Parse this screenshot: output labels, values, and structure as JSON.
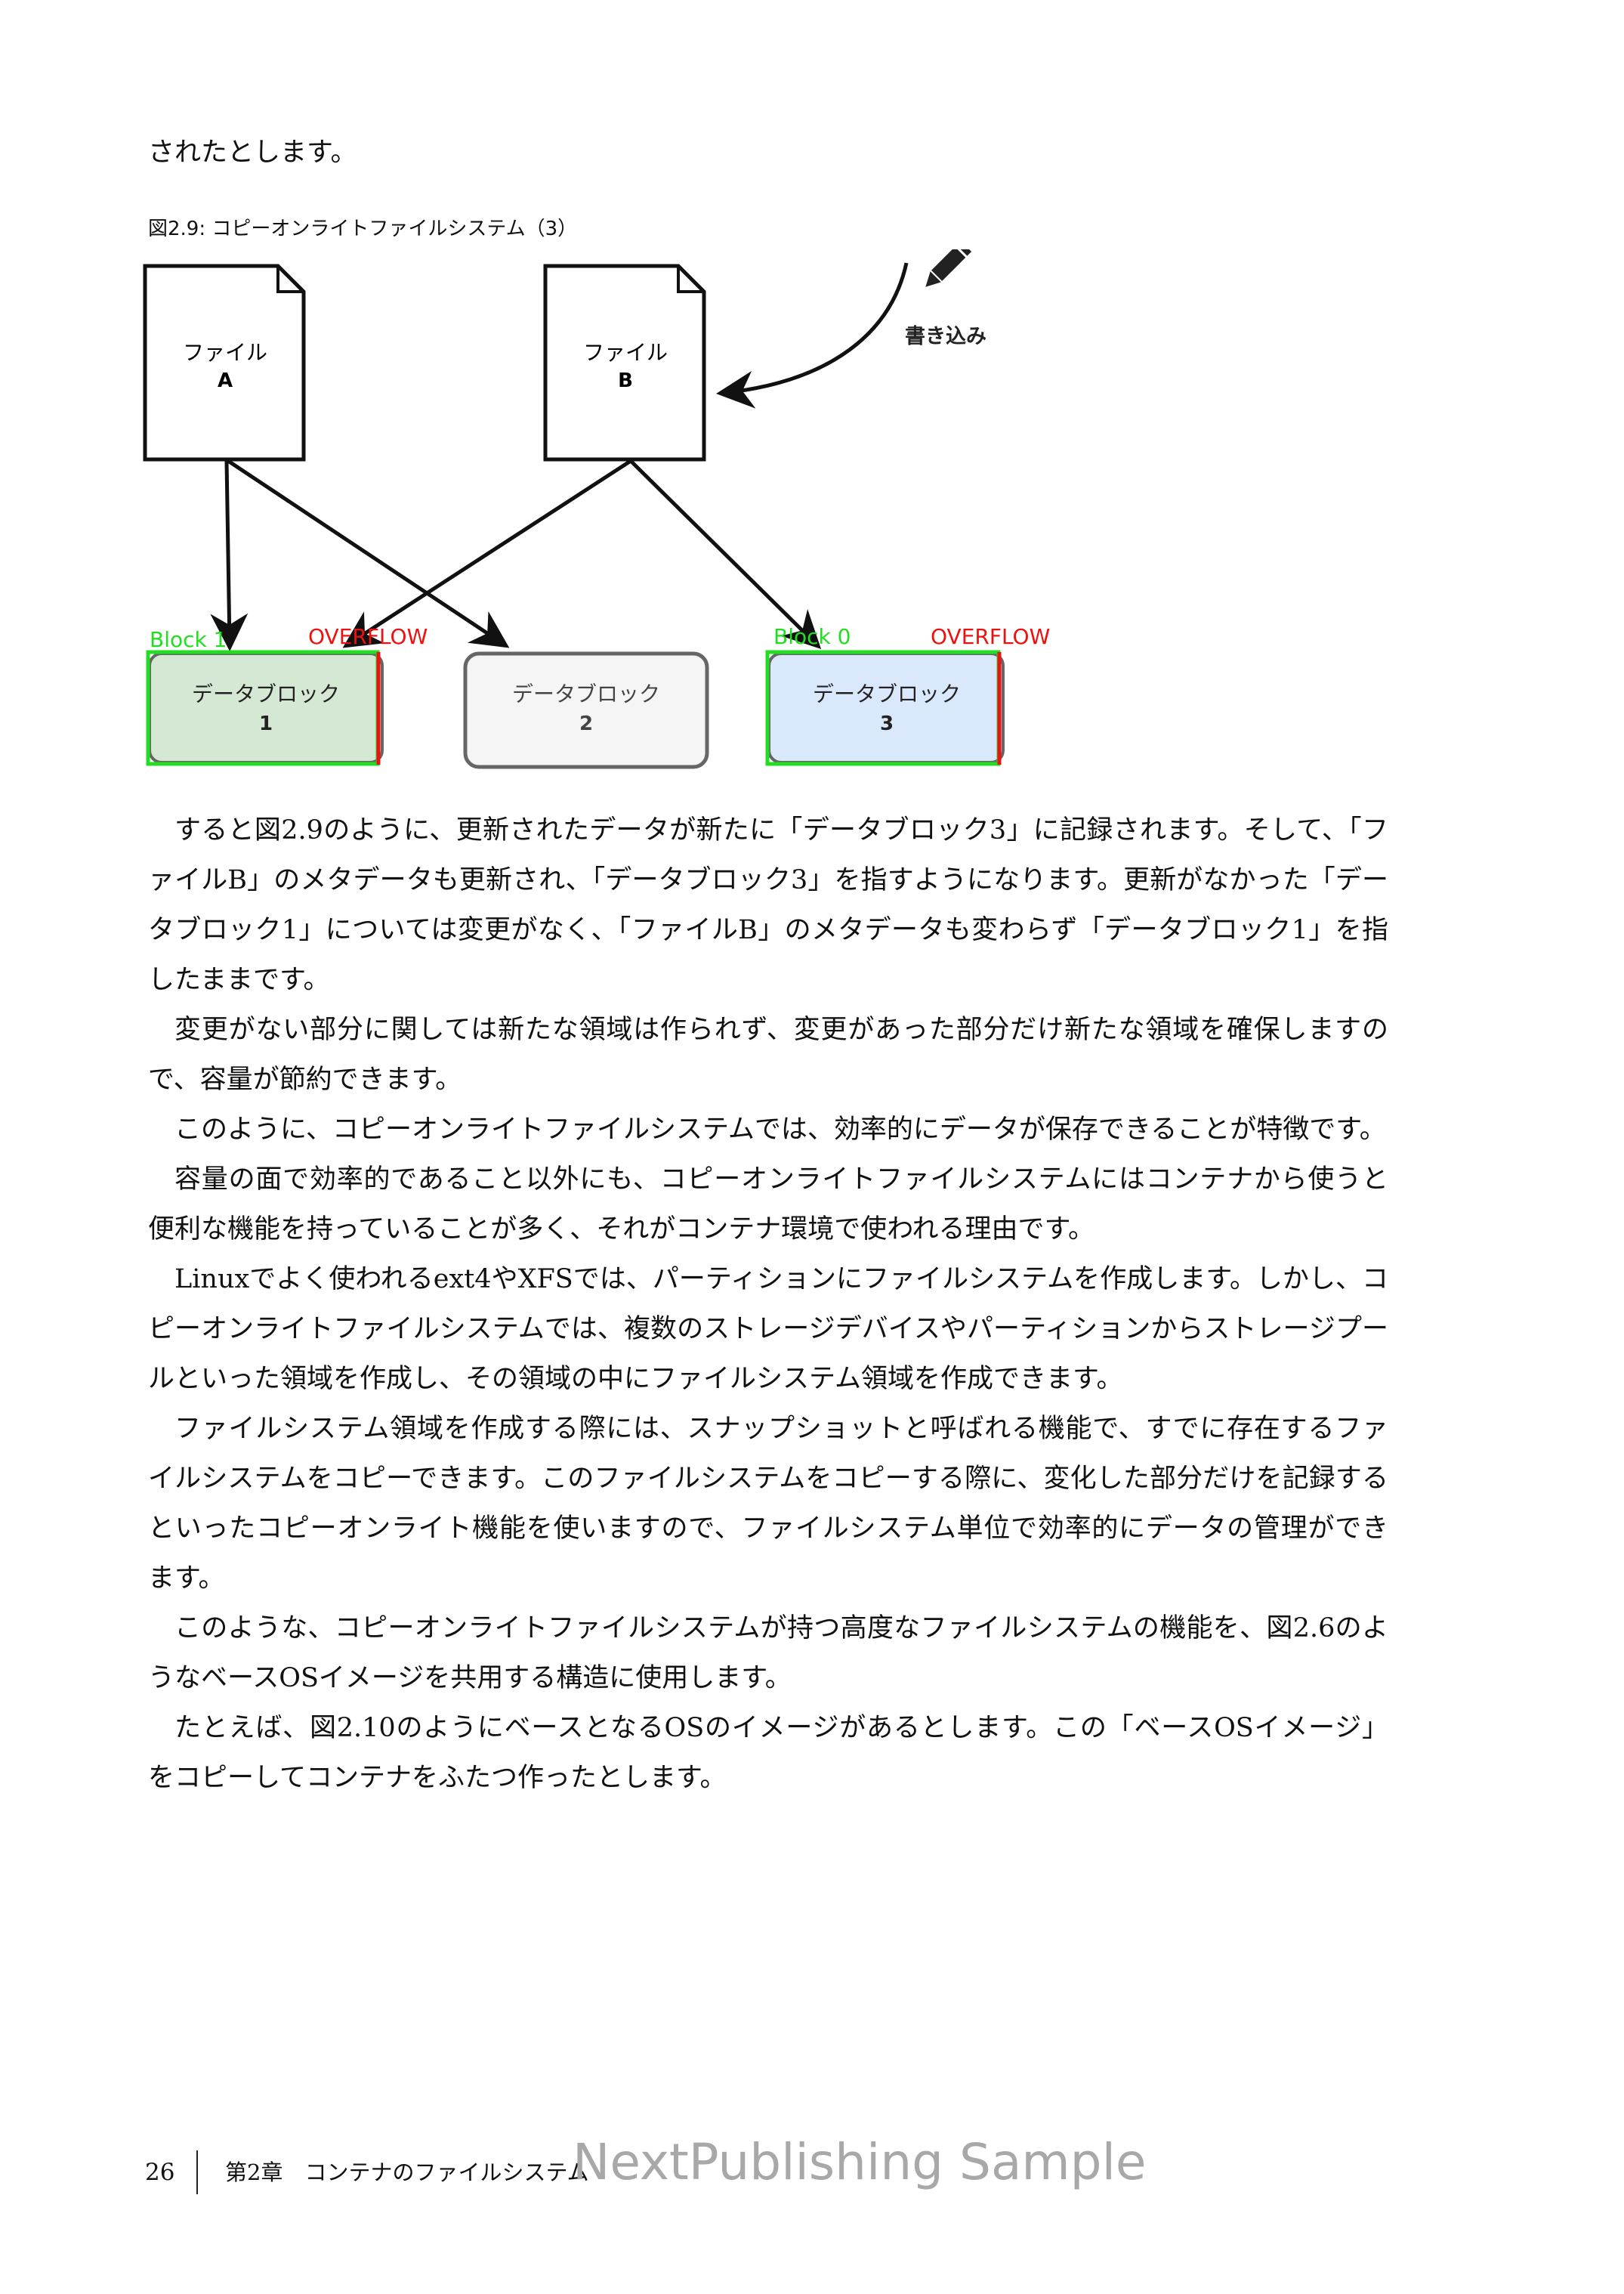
{
  "intro_line": "されたとします。",
  "figure": {
    "caption": "図2.9: コピーオンライトファイルシステム（3）",
    "file_a": {
      "line1": "ファイル",
      "line2": "A"
    },
    "file_b": {
      "line1": "ファイル",
      "line2": "B"
    },
    "write_label": "書き込み",
    "block1": {
      "line1": "データブロック",
      "line2": "1"
    },
    "block2": {
      "line1": "データブロック",
      "line2": "2"
    },
    "block3": {
      "line1": "データブロック",
      "line2": "3"
    },
    "overlay_labels": {
      "block_1": "Block 1",
      "overflow_1": "OVERFLOW",
      "block_0": "Block 0",
      "overflow_2": "OVERFLOW"
    },
    "colors": {
      "block1_fill": "#d5e8d4",
      "block2_fill": "#f5f5f5",
      "block3_fill": "#dae8fc",
      "overlay_green": "#22dd22",
      "overlay_red": "#ee1111"
    }
  },
  "paragraphs": [
    "すると図2.9のように、更新されたデータが新たに「データブロック3」に記録されます。そして、「ファイルB」のメタデータも更新され、「データブロック3」を指すようになります。更新がなかった「データブロック1」については変更がなく、「ファイルB」のメタデータも変わらず「データブロック1」を指したままです。",
    "変更がない部分に関しては新たな領域は作られず、変更があった部分だけ新たな領域を確保しますので、容量が節約できます。",
    "このように、コピーオンライトファイルシステムでは、効率的にデータが保存できることが特徴です。",
    "容量の面で効率的であること以外にも、コピーオンライトファイルシステムにはコンテナから使うと便利な機能を持っていることが多く、それがコンテナ環境で使われる理由です。",
    "Linuxでよく使われるext4やXFSでは、パーティションにファイルシステムを作成します。しかし、コピーオンライトファイルシステムでは、複数のストレージデバイスやパーティションからストレージプールといった領域を作成し、その領域の中にファイルシステム領域を作成できます。",
    "ファイルシステム領域を作成する際には、スナップショットと呼ばれる機能で、すでに存在するファイルシステムをコピーできます。このファイルシステムをコピーする際に、変化した部分だけを記録するといったコピーオンライト機能を使いますので、ファイルシステム単位で効率的にデータの管理ができます。",
    "このような、コピーオンライトファイルシステムが持つ高度なファイルシステムの機能を、図2.6のようなベースOSイメージを共用する構造に使用します。",
    "たとえば、図2.10のようにベースとなるOSのイメージがあるとします。この「ベースOSイメージ」をコピーしてコンテナをふたつ作ったとします。"
  ],
  "footer": {
    "page_number": "26",
    "chapter": "第2章　コンテナのファイルシステム",
    "watermark": "NextPublishing Sample"
  }
}
